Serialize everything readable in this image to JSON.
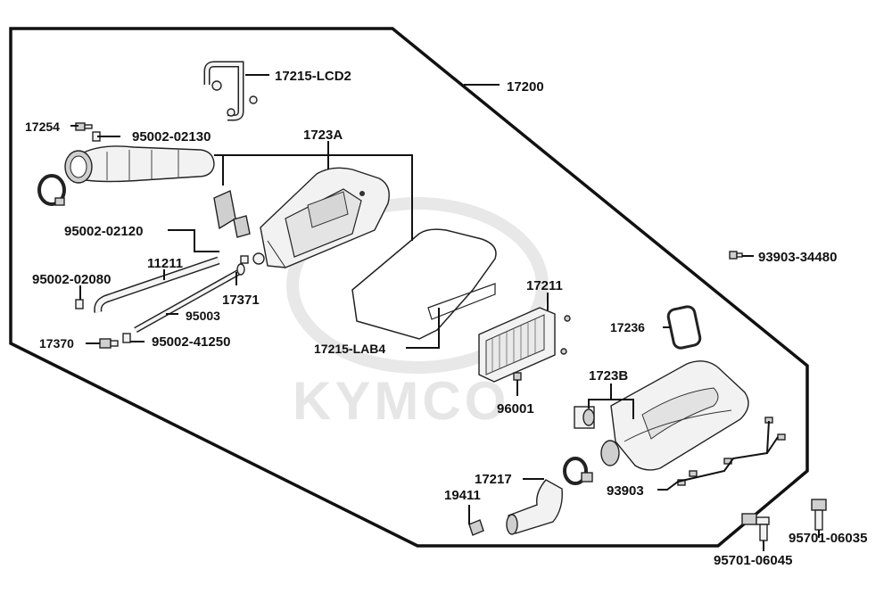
{
  "watermark": "KYMCO",
  "labels": {
    "l17200": "17200",
    "l17215_lcd2": "17215-LCD2",
    "l17254": "17254",
    "l95002_02130": "95002-02130",
    "l1723a": "1723A",
    "l95002_02120": "95002-02120",
    "l11211": "11211",
    "l95002_02080": "95002-02080",
    "l17371": "17371",
    "l95003": "95003",
    "l17370": "17370",
    "l95002_41250": "95002-41250",
    "l17215_lab4": "17215-LAB4",
    "l17211": "17211",
    "l93903_34480": "93903-34480",
    "l17236": "17236",
    "l1723b": "1723B",
    "l96001": "96001",
    "l17217": "17217",
    "l19411": "19411",
    "l93903": "93903",
    "l95701_06035": "95701-06035",
    "l95701_06045": "95701-06045"
  }
}
